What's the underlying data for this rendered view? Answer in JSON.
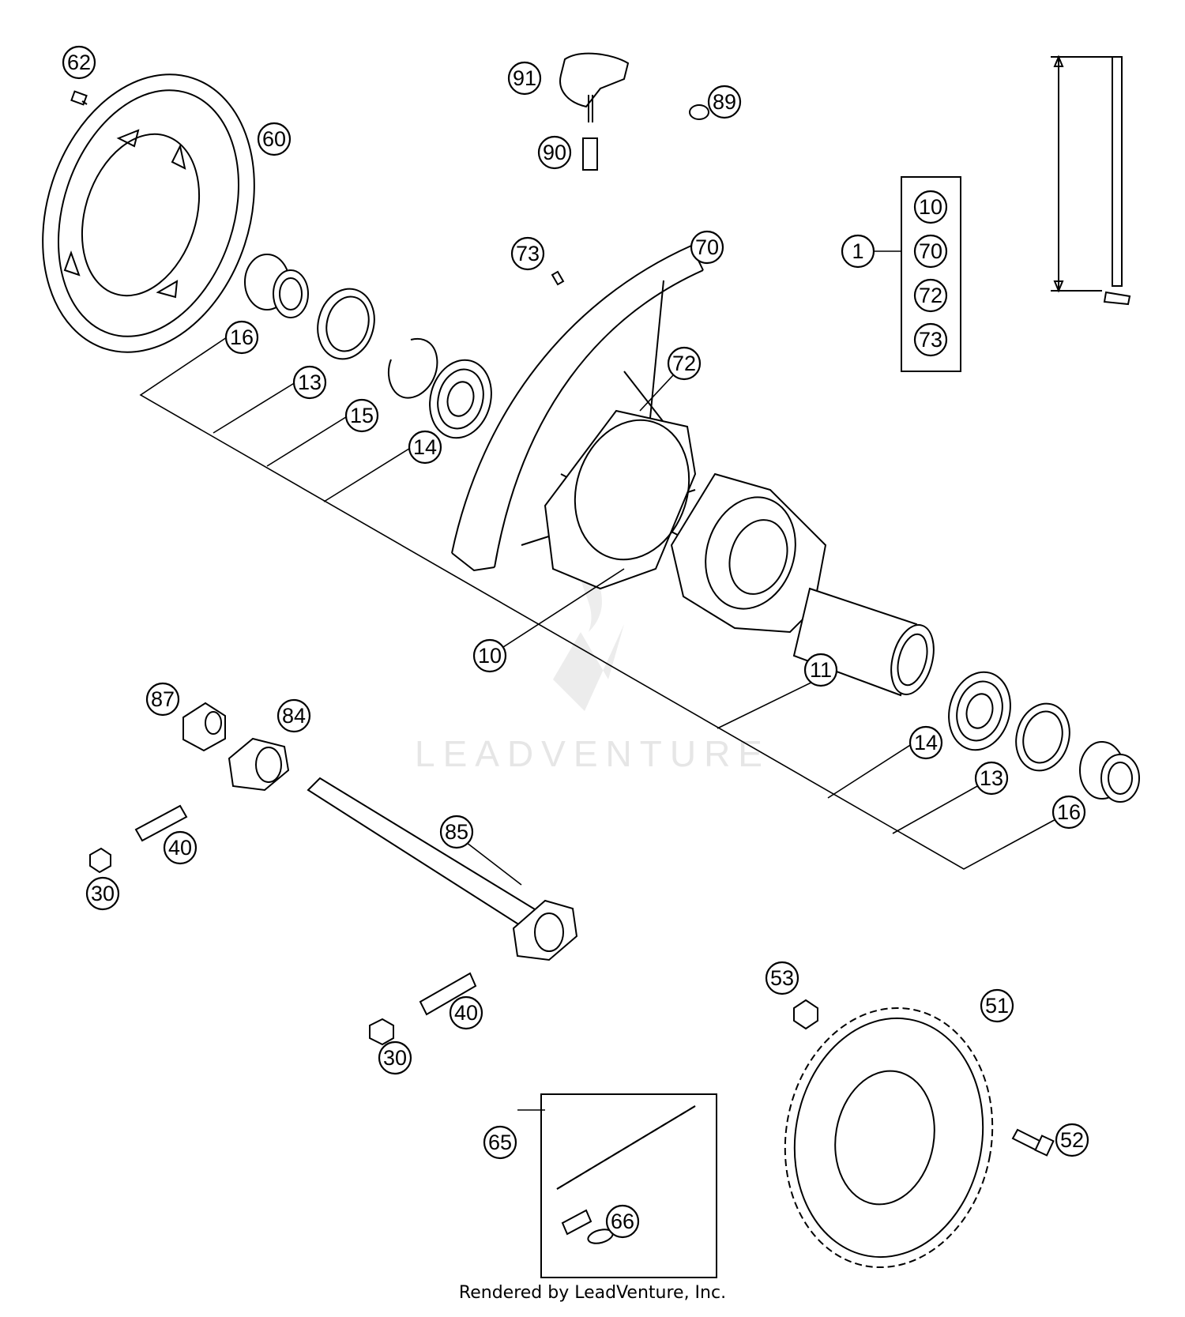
{
  "callouts": [
    {
      "id": "62",
      "label": "62"
    },
    {
      "id": "60",
      "label": "60"
    },
    {
      "id": "91",
      "label": "91"
    },
    {
      "id": "89",
      "label": "89"
    },
    {
      "id": "90",
      "label": "90"
    },
    {
      "id": "73",
      "label": "73"
    },
    {
      "id": "70",
      "label": "70"
    },
    {
      "id": "72",
      "label": "72"
    },
    {
      "id": "16a",
      "label": "16"
    },
    {
      "id": "13a",
      "label": "13"
    },
    {
      "id": "15",
      "label": "15"
    },
    {
      "id": "14a",
      "label": "14"
    },
    {
      "id": "10",
      "label": "10"
    },
    {
      "id": "11",
      "label": "11"
    },
    {
      "id": "14b",
      "label": "14"
    },
    {
      "id": "13b",
      "label": "13"
    },
    {
      "id": "16b",
      "label": "16"
    },
    {
      "id": "87",
      "label": "87"
    },
    {
      "id": "84",
      "label": "84"
    },
    {
      "id": "85",
      "label": "85"
    },
    {
      "id": "40a",
      "label": "40"
    },
    {
      "id": "30a",
      "label": "30"
    },
    {
      "id": "40b",
      "label": "40"
    },
    {
      "id": "30b",
      "label": "30"
    },
    {
      "id": "53",
      "label": "53"
    },
    {
      "id": "51",
      "label": "51"
    },
    {
      "id": "52",
      "label": "52"
    },
    {
      "id": "65",
      "label": "65"
    },
    {
      "id": "66",
      "label": "66"
    },
    {
      "id": "1",
      "label": "1"
    }
  ],
  "kit_group": {
    "parent": "1",
    "members": [
      "10",
      "70",
      "72",
      "73"
    ]
  },
  "watermark": "LEADVENTURE",
  "footer": "Rendered by LeadVenture, Inc."
}
